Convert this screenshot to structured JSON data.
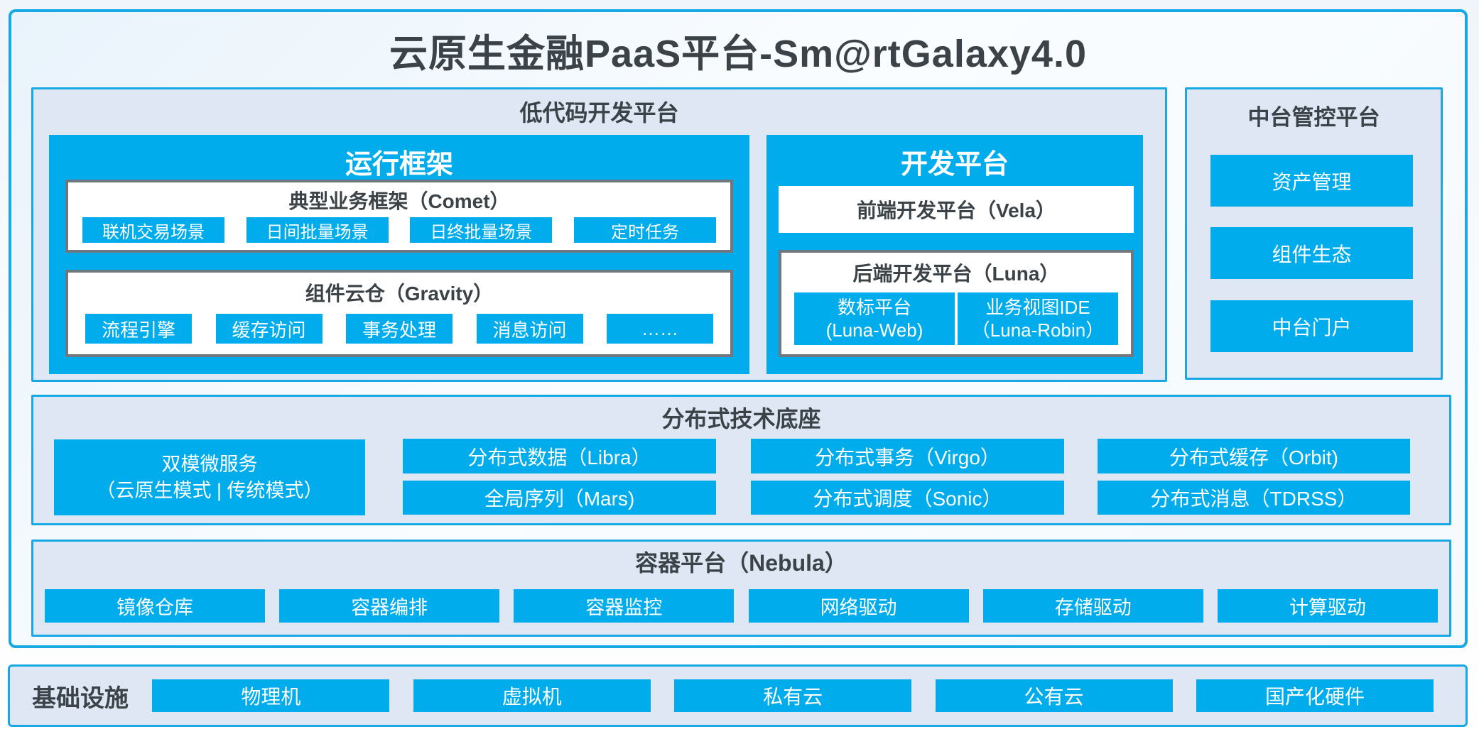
{
  "title": "云原生金融PaaS平台-Sm@rtGalaxy4.0",
  "colors": {
    "primary": "#00ACEC",
    "border_cyan": "#18A8E3",
    "panel_bg": "#DEE7F3",
    "box_border": "#71777F",
    "dark_text": "#3C4348"
  },
  "low_code": {
    "title": "低代码开发平台",
    "runtime": {
      "title": "运行框架",
      "comet": {
        "title": "典型业务框架（Comet）",
        "items": [
          "联机交易场景",
          "日间批量场景",
          "日终批量场景",
          "定时任务"
        ]
      },
      "gravity": {
        "title": "组件云仓（Gravity）",
        "items": [
          "流程引擎",
          "缓存访问",
          "事务处理",
          "消息访问",
          "……"
        ]
      }
    },
    "dev": {
      "title": "开发平台",
      "vela": "前端开发平台（Vela）",
      "luna": {
        "title": "后端开发平台（Luna）",
        "items": [
          {
            "line1": "数标平台",
            "line2": "(Luna-Web)"
          },
          {
            "line1": "业务视图IDE",
            "line2": "（Luna-Robin）"
          }
        ]
      }
    }
  },
  "mid_platform": {
    "title": "中台管控平台",
    "items": [
      "资产管理",
      "组件生态",
      "中台门户"
    ]
  },
  "distributed": {
    "title": "分布式技术底座",
    "dual_mode": {
      "line1": "双模微服务",
      "line2": "（云原生模式 | 传统模式）"
    },
    "boxes": [
      "分布式数据（Libra）",
      "全局序列（Mars)",
      "分布式事务（Virgo）",
      "分布式调度（Sonic）",
      "分布式缓存（Orbit)",
      "分布式消息（TDRSS）"
    ]
  },
  "container_platform": {
    "title": "容器平台（Nebula）",
    "items": [
      "镜像仓库",
      "容器编排",
      "容器监控",
      "网络驱动",
      "存储驱动",
      "计算驱动"
    ]
  },
  "infrastructure": {
    "title": "基础设施",
    "items": [
      "物理机",
      "虚拟机",
      "私有云",
      "公有云",
      "国产化硬件"
    ]
  }
}
